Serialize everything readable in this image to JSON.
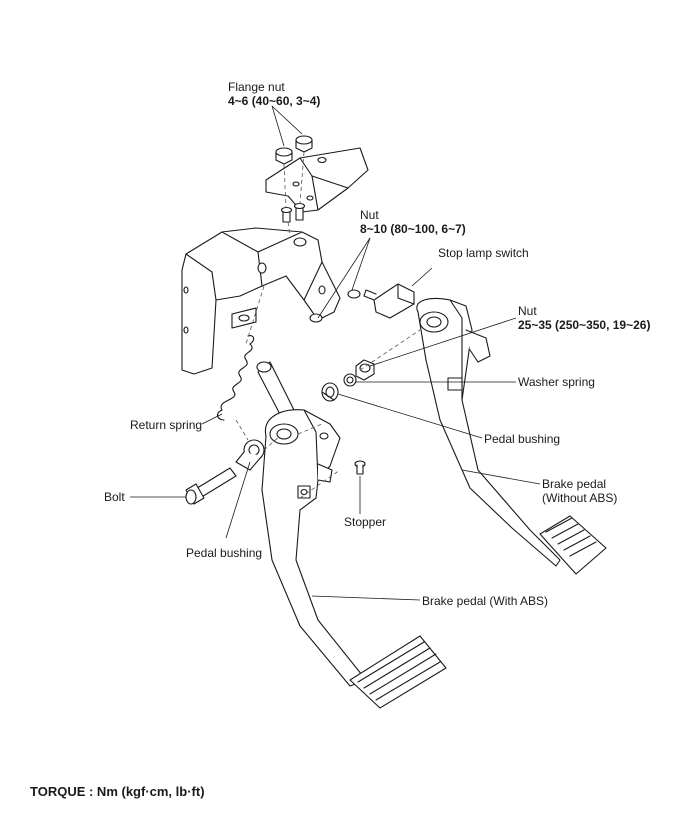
{
  "labels": {
    "flange_nut": "Flange nut",
    "flange_nut_torque": "4~6 (40~60, 3~4)",
    "nut_upper": "Nut",
    "nut_upper_torque": "8~10 (80~100, 6~7)",
    "stop_lamp_switch": "Stop lamp switch",
    "nut_pivot": "Nut",
    "nut_pivot_torque": "25~35 (250~350, 19~26)",
    "washer_spring": "Washer spring",
    "pedal_bushing_right": "Pedal bushing",
    "return_spring": "Return spring",
    "brake_pedal_without_abs_line1": "Brake pedal",
    "brake_pedal_without_abs_line2": "(Without ABS)",
    "bolt": "Bolt",
    "stopper": "Stopper",
    "pedal_bushing_left": "Pedal bushing",
    "brake_pedal_with_abs": "Brake pedal (With ABS)"
  },
  "footer": {
    "torque_units": "TORQUE : Nm (kgf·cm, lb·ft)"
  }
}
